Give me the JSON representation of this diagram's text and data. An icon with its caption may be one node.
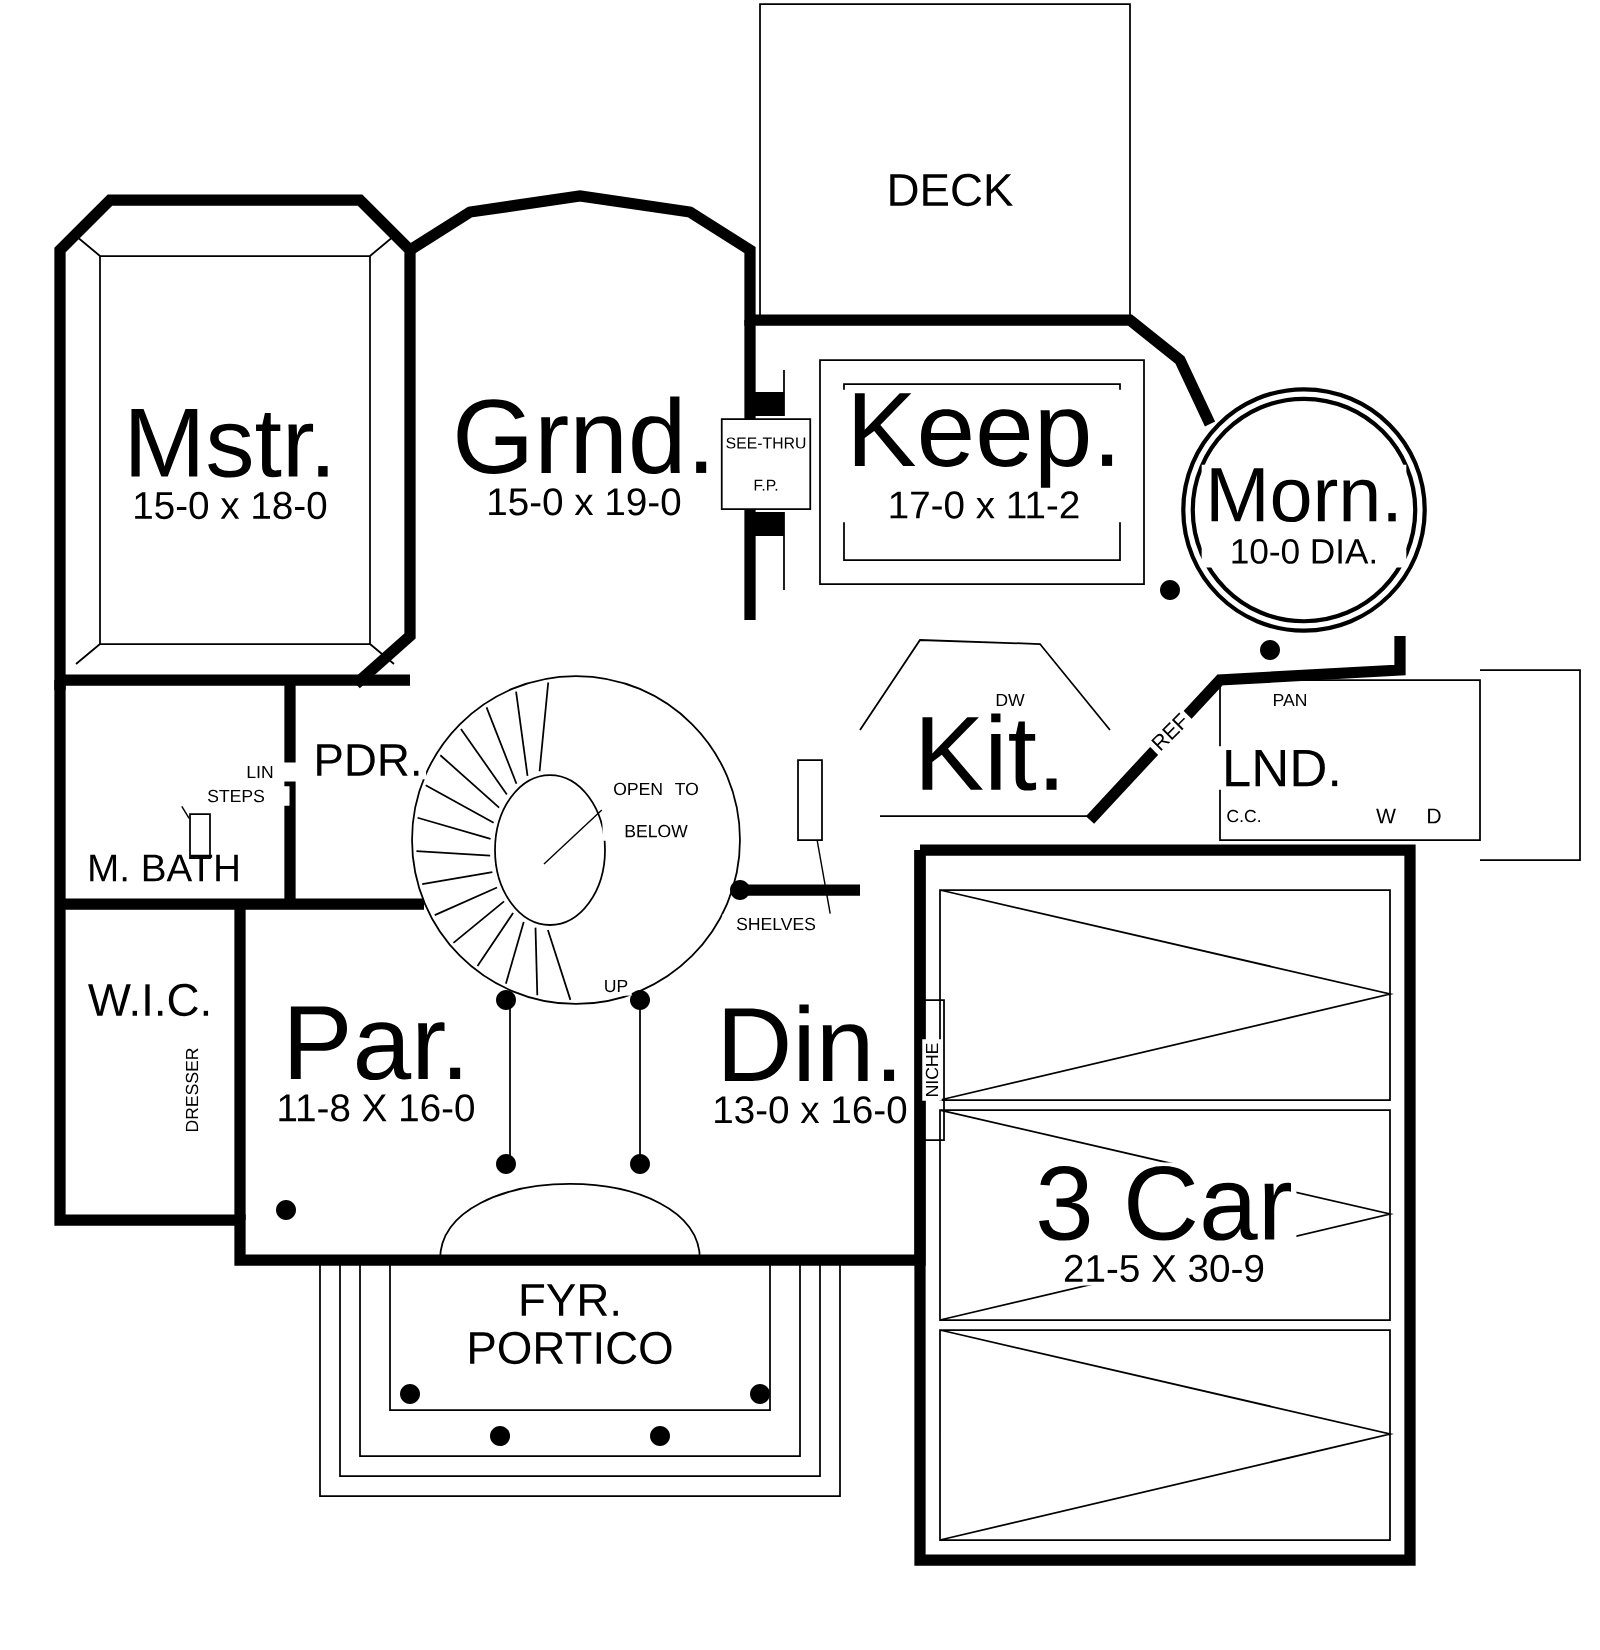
{
  "diagram": {
    "nodes": [
      {
        "text": [
          "DECK"
        ]
      },
      {
        "text": [
          "Mstr.",
          "15-0 x 18-0"
        ]
      },
      {
        "text": [
          "Grnd.",
          "15-0 x 19-0"
        ]
      },
      {
        "text": [
          "Keep.",
          "17-0 x 11-2"
        ]
      },
      {
        "text": [
          "Morn.",
          "10-0 DIA."
        ]
      },
      {
        "text": [
          "Kit."
        ]
      },
      {
        "text": [
          "LND."
        ]
      },
      {
        "text": [
          "PDR."
        ]
      },
      {
        "text": [
          "M. BATH"
        ]
      },
      {
        "text": [
          "W.I.C."
        ]
      },
      {
        "text": [
          "Par.",
          "11-8 X 16-0"
        ]
      },
      {
        "text": [
          "Din.",
          "13-0 x 16-0"
        ]
      },
      {
        "text": [
          "FYR."
        ]
      },
      {
        "text": [
          "PORTICO"
        ]
      },
      {
        "text": [
          "3 Car",
          "21-5 X 30-9"
        ]
      },
      {
        "text": [
          "OPEN TO BELOW"
        ]
      },
      {
        "text": [
          "SHELVES"
        ]
      },
      {
        "text": [
          "STEPS"
        ]
      },
      {
        "text": [
          "SEE-THRU F.P."
        ]
      },
      {
        "text": [],
        "shape": "box"
      },
      {
        "text": [],
        "shape": "box"
      }
    ],
    "edges": [
      {
        "from": 15,
        "to": null,
        "arrow": "none"
      },
      {
        "from": 16,
        "to": 19,
        "arrow": "none"
      },
      {
        "from": 17,
        "to": 20,
        "arrow": "none"
      }
    ],
    "labels": [
      "LIN",
      "DW",
      "REF",
      "PAN",
      "C.C.",
      "W",
      "D",
      "UP",
      "DRESSER",
      "NICHE"
    ]
  }
}
